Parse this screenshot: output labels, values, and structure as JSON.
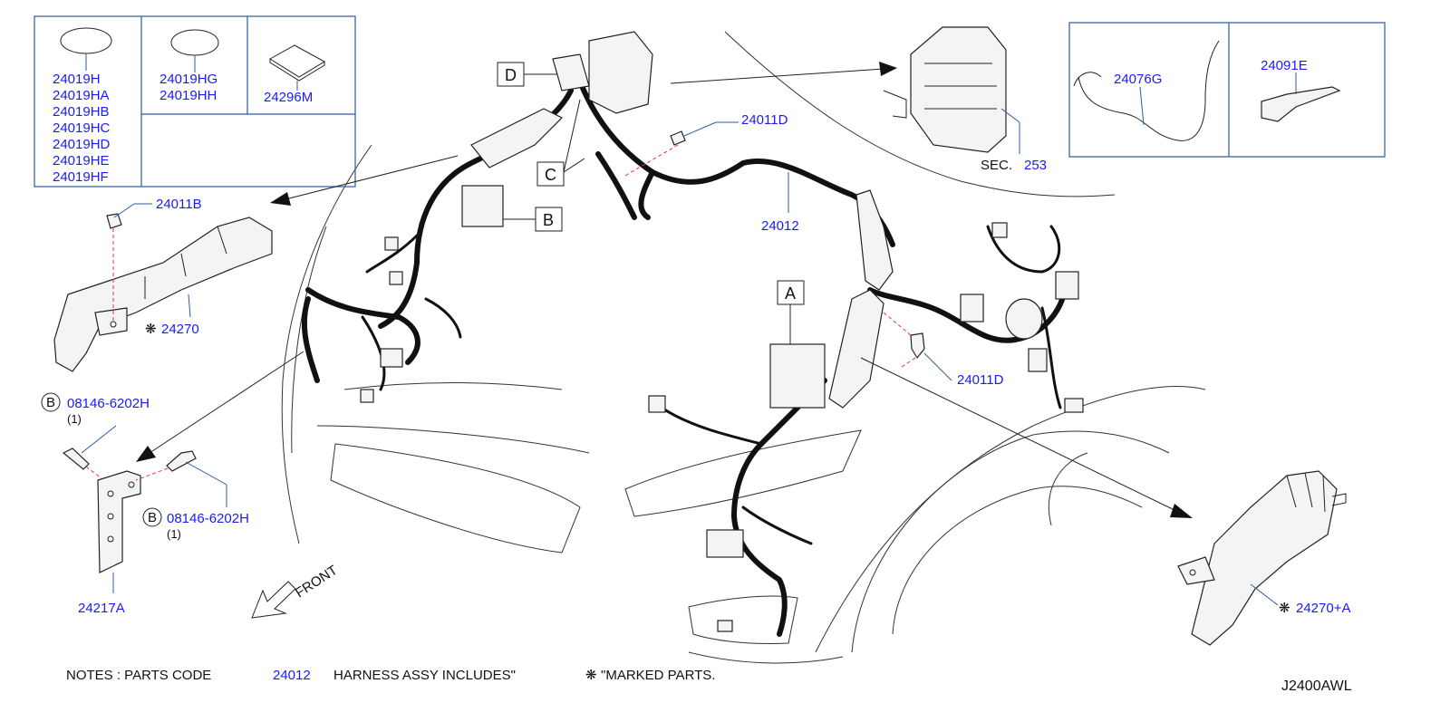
{
  "labels": {
    "p24019h": "24019H",
    "p24019ha": "24019HA",
    "p24019hb": "24019HB",
    "p24019hc": "24019HC",
    "p24019hd": "24019HD",
    "p24019he": "24019HE",
    "p24019hf": "24019HF",
    "p24019hg": "24019HG",
    "p24019hh": "24019HH",
    "p24296m": "24296M",
    "p24076g": "24076G",
    "p24091e": "24091E",
    "p24011d_top": "24011D",
    "p24011b": "24011B",
    "p24270": "24270",
    "p24012": "24012",
    "p24011d_mid": "24011D",
    "p08146_top": "08146-6202H",
    "p08146_bot": "08146-6202H",
    "p24217a": "24217A",
    "p24270a": "24270+A",
    "sec_word": "SEC.",
    "sec_num": "253"
  },
  "quantities": {
    "q_top": "(1)",
    "q_bot": "(1)"
  },
  "markers": {
    "b_circle": "B",
    "star": "❋"
  },
  "callouts": {
    "a": "A",
    "b": "B",
    "c": "C",
    "d": "D"
  },
  "front_label": "FRONT",
  "notes": {
    "prefix": "NOTES  :  PARTS  CODE",
    "code": "24012",
    "middle": "HARNESS  ASSY  INCLUDES\"",
    "star": "❋",
    "suffix": "\"MARKED  PARTS."
  },
  "diagram_id": "J2400AWL",
  "colors": {
    "label_blue": "#1a1aff",
    "box_blue": "#2c5aa0",
    "dash_red": "#e23a3a"
  }
}
